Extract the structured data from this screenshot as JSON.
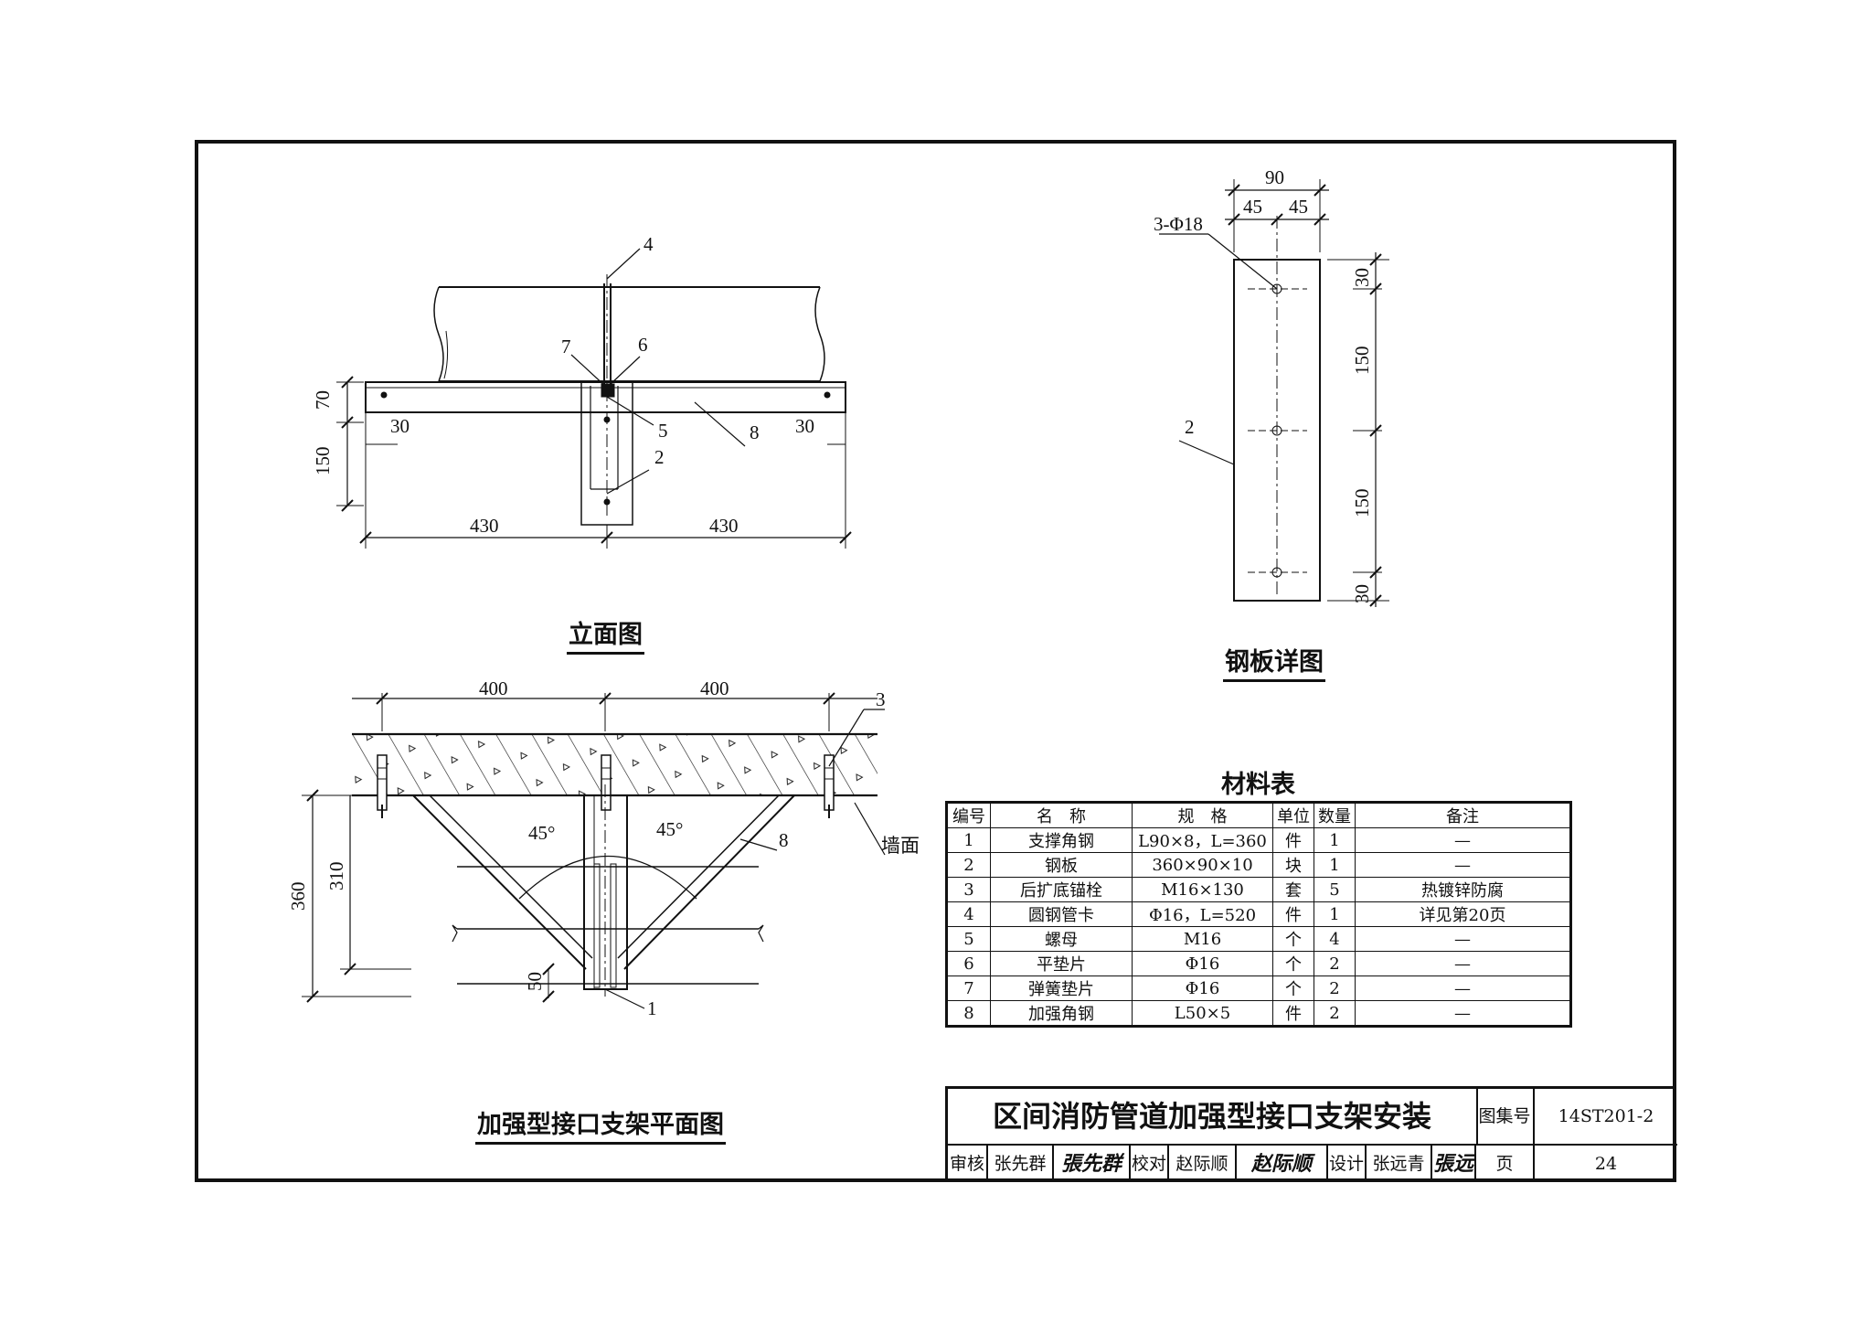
{
  "elevation": {
    "caption": "立面图",
    "dims": {
      "d70": "70",
      "d150": "150",
      "d30a": "30",
      "d30b": "30",
      "d430a": "430",
      "d430b": "430"
    },
    "callouts": {
      "c4": "4",
      "c7": "7",
      "c6": "6",
      "c5": "5",
      "c8": "8",
      "c2": "2"
    }
  },
  "plate": {
    "caption": "钢板详图",
    "dims": {
      "w90": "90",
      "w45a": "45",
      "w45b": "45",
      "hole": "3-Φ18",
      "h30a": "30",
      "h150a": "150",
      "h150b": "150",
      "h30b": "30"
    },
    "callouts": {
      "c2": "2"
    }
  },
  "plan": {
    "caption": "加强型接口支架平面图",
    "dims": {
      "d400a": "400",
      "d400b": "400",
      "d360": "360",
      "d310": "310",
      "d50": "50",
      "ang1": "45°",
      "ang2": "45°"
    },
    "callouts": {
      "c3": "3",
      "c8": "8",
      "c1": "1",
      "wall": "墙面"
    }
  },
  "materials": {
    "title": "材料表",
    "headers": [
      "编号",
      "名　称",
      "规　格",
      "单位",
      "数量",
      "备注"
    ],
    "rows": [
      [
        "1",
        "支撑角钢",
        "L90×8，L=360",
        "件",
        "1",
        "—"
      ],
      [
        "2",
        "钢板",
        "360×90×10",
        "块",
        "1",
        "—"
      ],
      [
        "3",
        "后扩底锚栓",
        "M16×130",
        "套",
        "5",
        "热镀锌防腐"
      ],
      [
        "4",
        "圆钢管卡",
        "Φ16，L=520",
        "件",
        "1",
        "详见第20页"
      ],
      [
        "5",
        "螺母",
        "M16",
        "个",
        "4",
        "—"
      ],
      [
        "6",
        "平垫片",
        "Φ16",
        "个",
        "2",
        "—"
      ],
      [
        "7",
        "弹簧垫片",
        "Φ16",
        "个",
        "2",
        "—"
      ],
      [
        "8",
        "加强角钢",
        "L50×5",
        "件",
        "2",
        "—"
      ]
    ]
  },
  "title_block": {
    "title": "区间消防管道加强型接口支架安装",
    "atlas_label": "图集号",
    "atlas_no": "14ST201-2",
    "review_label": "审核",
    "reviewer": "张先群",
    "review_sig": "張先群",
    "check_label": "校对",
    "checker": "赵际顺",
    "check_sig": "赵际顺",
    "design_label": "设计",
    "designer": "张远青",
    "design_sig": "張远青",
    "page_label": "页",
    "page_no": "24"
  }
}
